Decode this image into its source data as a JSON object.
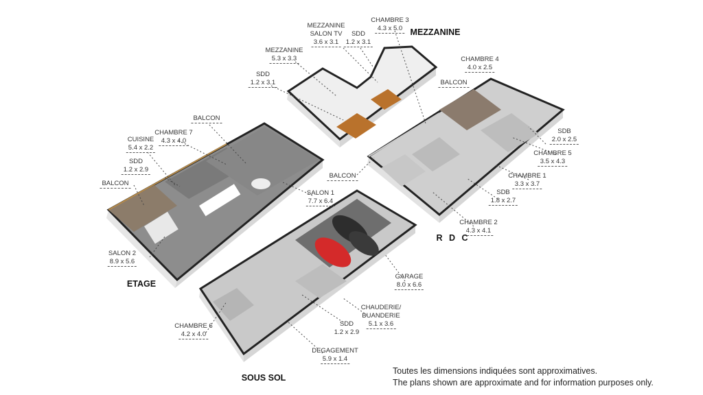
{
  "floors": {
    "etage": "ETAGE",
    "mezzanine": "MEZZANINE",
    "rdc": "R D C",
    "sous_sol": "SOUS SOL"
  },
  "rooms": {
    "etage": [
      {
        "name": "BALCON",
        "dim": ""
      },
      {
        "name": "CHAMBRE 7",
        "dim": "4.3 x 4.0"
      },
      {
        "name": "CUISINE",
        "dim": "5.4 x 2.2"
      },
      {
        "name": "SDD",
        "dim": "1.2 x 2.9"
      },
      {
        "name": "BALCON",
        "dim": ""
      },
      {
        "name": "SALON 2",
        "dim": "8.9 x 5.6"
      },
      {
        "name": "SALON 1",
        "dim": "7.7 x 6.4"
      }
    ],
    "mezzanine": [
      {
        "name": "MEZZANINE",
        "name2": "SALON TV",
        "dim": "3.6 x 3.1"
      },
      {
        "name": "SDD",
        "dim": "1.2 x 3.1"
      },
      {
        "name": "CHAMBRE 3",
        "dim": "4.3 x 5.0"
      },
      {
        "name": "MEZZANINE",
        "dim": "5.3 x 3.3"
      },
      {
        "name": "SDD",
        "dim": "1.2 x 3.1"
      }
    ],
    "rdc": [
      {
        "name": "CHAMBRE 4",
        "dim": "4.0 x 2.5"
      },
      {
        "name": "BALCON",
        "dim": ""
      },
      {
        "name": "SDB",
        "dim": "2.0 x 2.5"
      },
      {
        "name": "CHAMBRE 5",
        "dim": "3.5 x 4.3"
      },
      {
        "name": "CHAMBRE 1",
        "dim": "3.3 x 3.7"
      },
      {
        "name": "SDB",
        "dim": "1.8 x 2.7"
      },
      {
        "name": "CHAMBRE 2",
        "dim": "4.3 x 4.1"
      },
      {
        "name": "BALCON",
        "dim": ""
      }
    ],
    "sous_sol": [
      {
        "name": "GARAGE",
        "dim": "8.0 x 6.6"
      },
      {
        "name": "CHAUDERIE/",
        "name2": "BUANDERIE",
        "dim": "5.1 x 3.6"
      },
      {
        "name": "SDD",
        "dim": "1.2 x 2.9"
      },
      {
        "name": "DEGAGEMENT",
        "dim": "5.9 x 1.4"
      },
      {
        "name": "CHAMBRE 6",
        "dim": "4.2 x 4.0"
      }
    ]
  },
  "note": {
    "fr": "Toutes les dimensions indiquées sont approximatives.",
    "en": "The plans shown are approximate and for information purposes only."
  },
  "colors": {
    "wall": "#2b2b2b",
    "slab": "#f2f2f2",
    "floor_grey": "#9a9a9a",
    "wood": "#b9722c",
    "car": "#d42a2a"
  }
}
